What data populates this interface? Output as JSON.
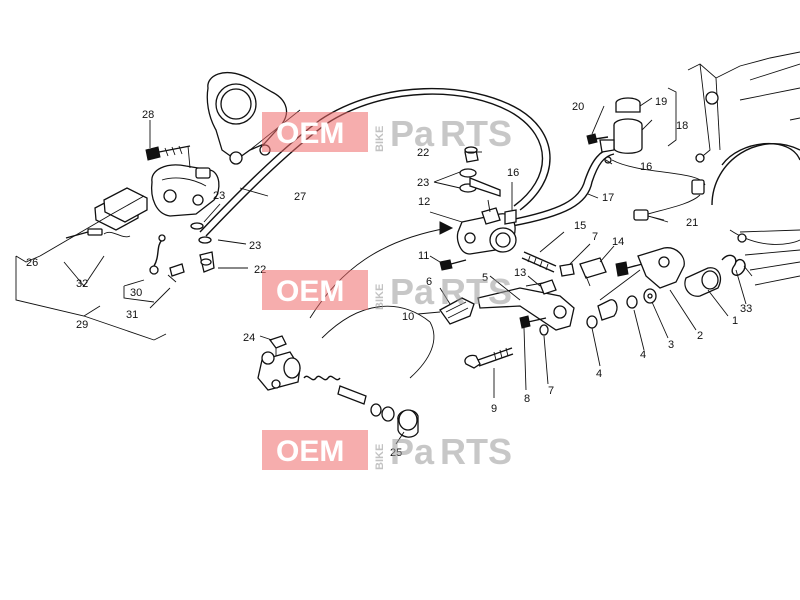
{
  "diagram": {
    "callouts": [
      {
        "id": "1",
        "label": "1"
      },
      {
        "id": "2",
        "label": "2"
      },
      {
        "id": "3",
        "label": "3"
      },
      {
        "id": "4a",
        "label": "4"
      },
      {
        "id": "4b",
        "label": "4"
      },
      {
        "id": "5",
        "label": "5"
      },
      {
        "id": "6",
        "label": "6"
      },
      {
        "id": "7a",
        "label": "7"
      },
      {
        "id": "7b",
        "label": "7"
      },
      {
        "id": "8",
        "label": "8"
      },
      {
        "id": "9",
        "label": "9"
      },
      {
        "id": "10",
        "label": "10"
      },
      {
        "id": "11",
        "label": "11"
      },
      {
        "id": "12",
        "label": "12"
      },
      {
        "id": "13",
        "label": "13"
      },
      {
        "id": "14",
        "label": "14"
      },
      {
        "id": "15",
        "label": "15"
      },
      {
        "id": "16a",
        "label": "16"
      },
      {
        "id": "16b",
        "label": "16"
      },
      {
        "id": "17",
        "label": "17"
      },
      {
        "id": "18",
        "label": "18"
      },
      {
        "id": "19",
        "label": "19"
      },
      {
        "id": "20",
        "label": "20"
      },
      {
        "id": "21",
        "label": "21"
      },
      {
        "id": "22a",
        "label": "22"
      },
      {
        "id": "22b",
        "label": "22"
      },
      {
        "id": "23a",
        "label": "23"
      },
      {
        "id": "23b",
        "label": "23"
      },
      {
        "id": "23c",
        "label": "23"
      },
      {
        "id": "24",
        "label": "24"
      },
      {
        "id": "25",
        "label": "25"
      },
      {
        "id": "26",
        "label": "26"
      },
      {
        "id": "27",
        "label": "27"
      },
      {
        "id": "28",
        "label": "28"
      },
      {
        "id": "29",
        "label": "29"
      },
      {
        "id": "30",
        "label": "30"
      },
      {
        "id": "31",
        "label": "31"
      },
      {
        "id": "32",
        "label": "32"
      },
      {
        "id": "33",
        "label": "33"
      }
    ]
  },
  "watermark": {
    "oem": "OEM",
    "bike": "BIKE",
    "parts_pa": "Pa",
    "parts_rts": "RTS",
    "box_color": "#ef6a6a",
    "parts_color": "#9a9a9a"
  }
}
